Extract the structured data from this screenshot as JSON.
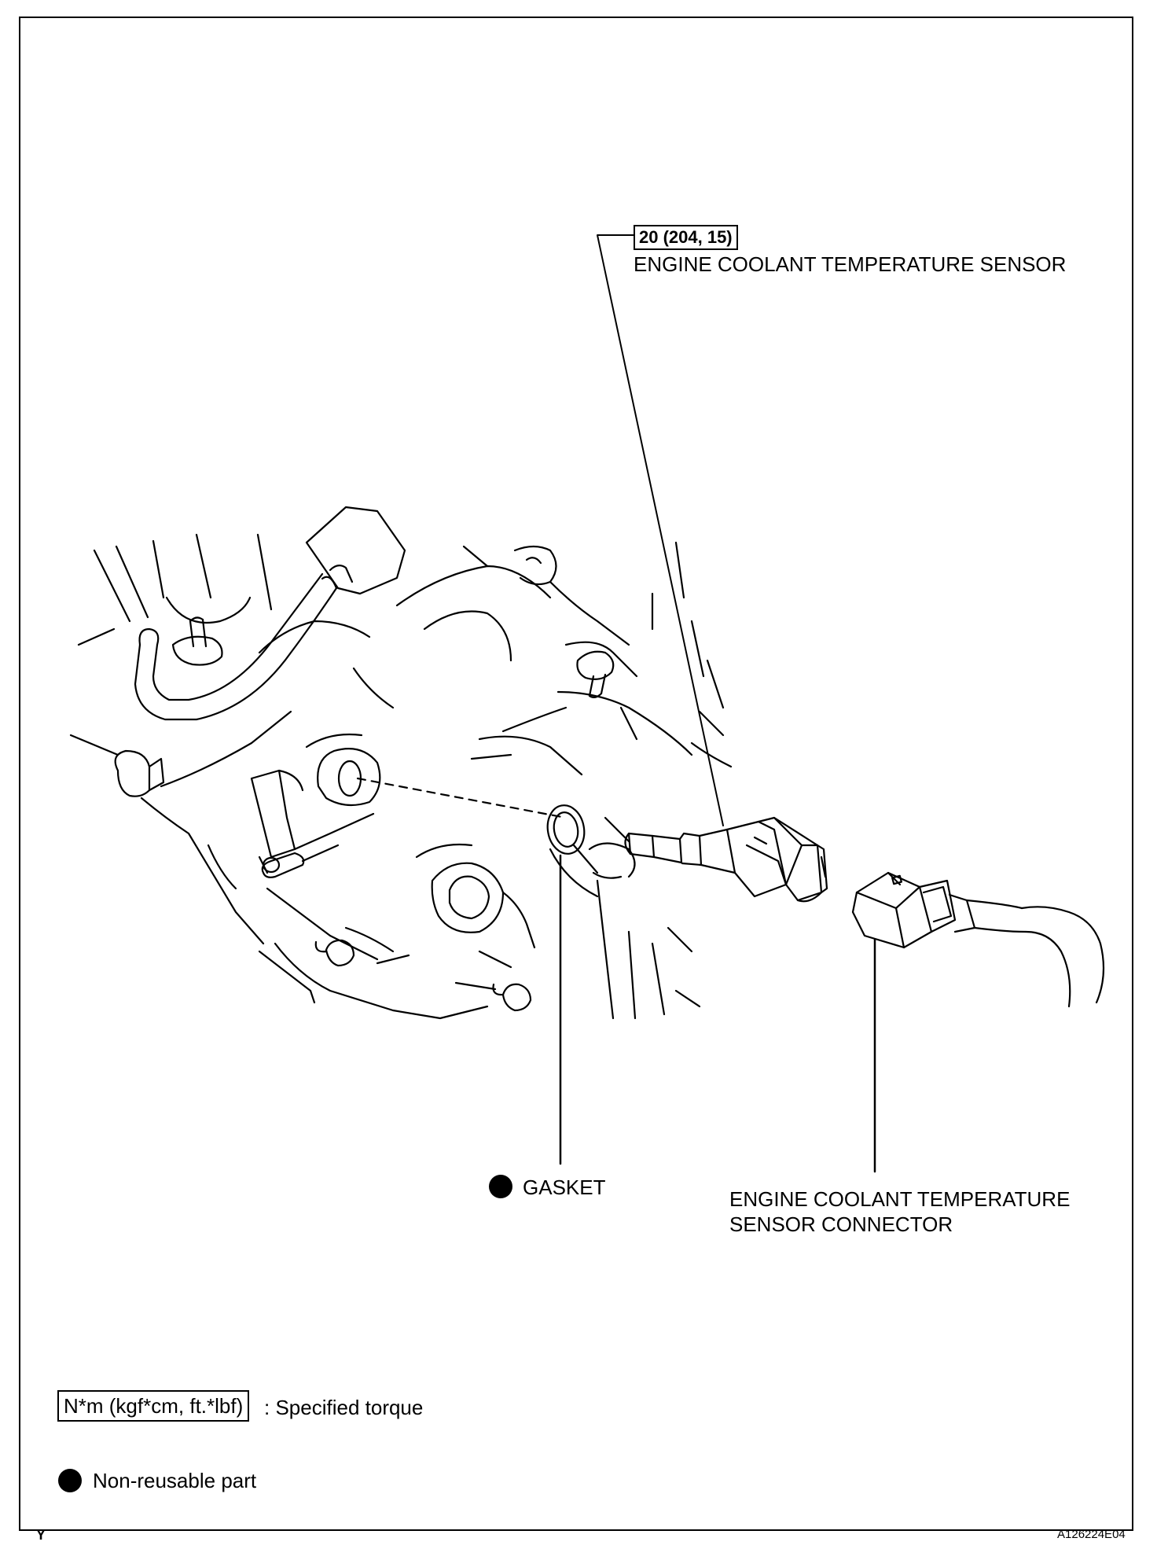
{
  "callouts": {
    "torque_value": "20 (204, 15)",
    "ect_sensor": "ENGINE COOLANT TEMPERATURE SENSOR",
    "gasket": "GASKET",
    "connector_line1": "ENGINE COOLANT TEMPERATURE",
    "connector_line2": "SENSOR CONNECTOR"
  },
  "legend": {
    "torque_units": "N*m (kgf*cm, ft.*lbf)",
    "torque_desc": ": Specified torque",
    "nonreusable_desc": "Non-reusable part"
  },
  "footer": {
    "left_mark": "Y",
    "figure_id": "A126224E04"
  },
  "icons": {
    "non_reusable_marker": "filled-circle-icon"
  }
}
